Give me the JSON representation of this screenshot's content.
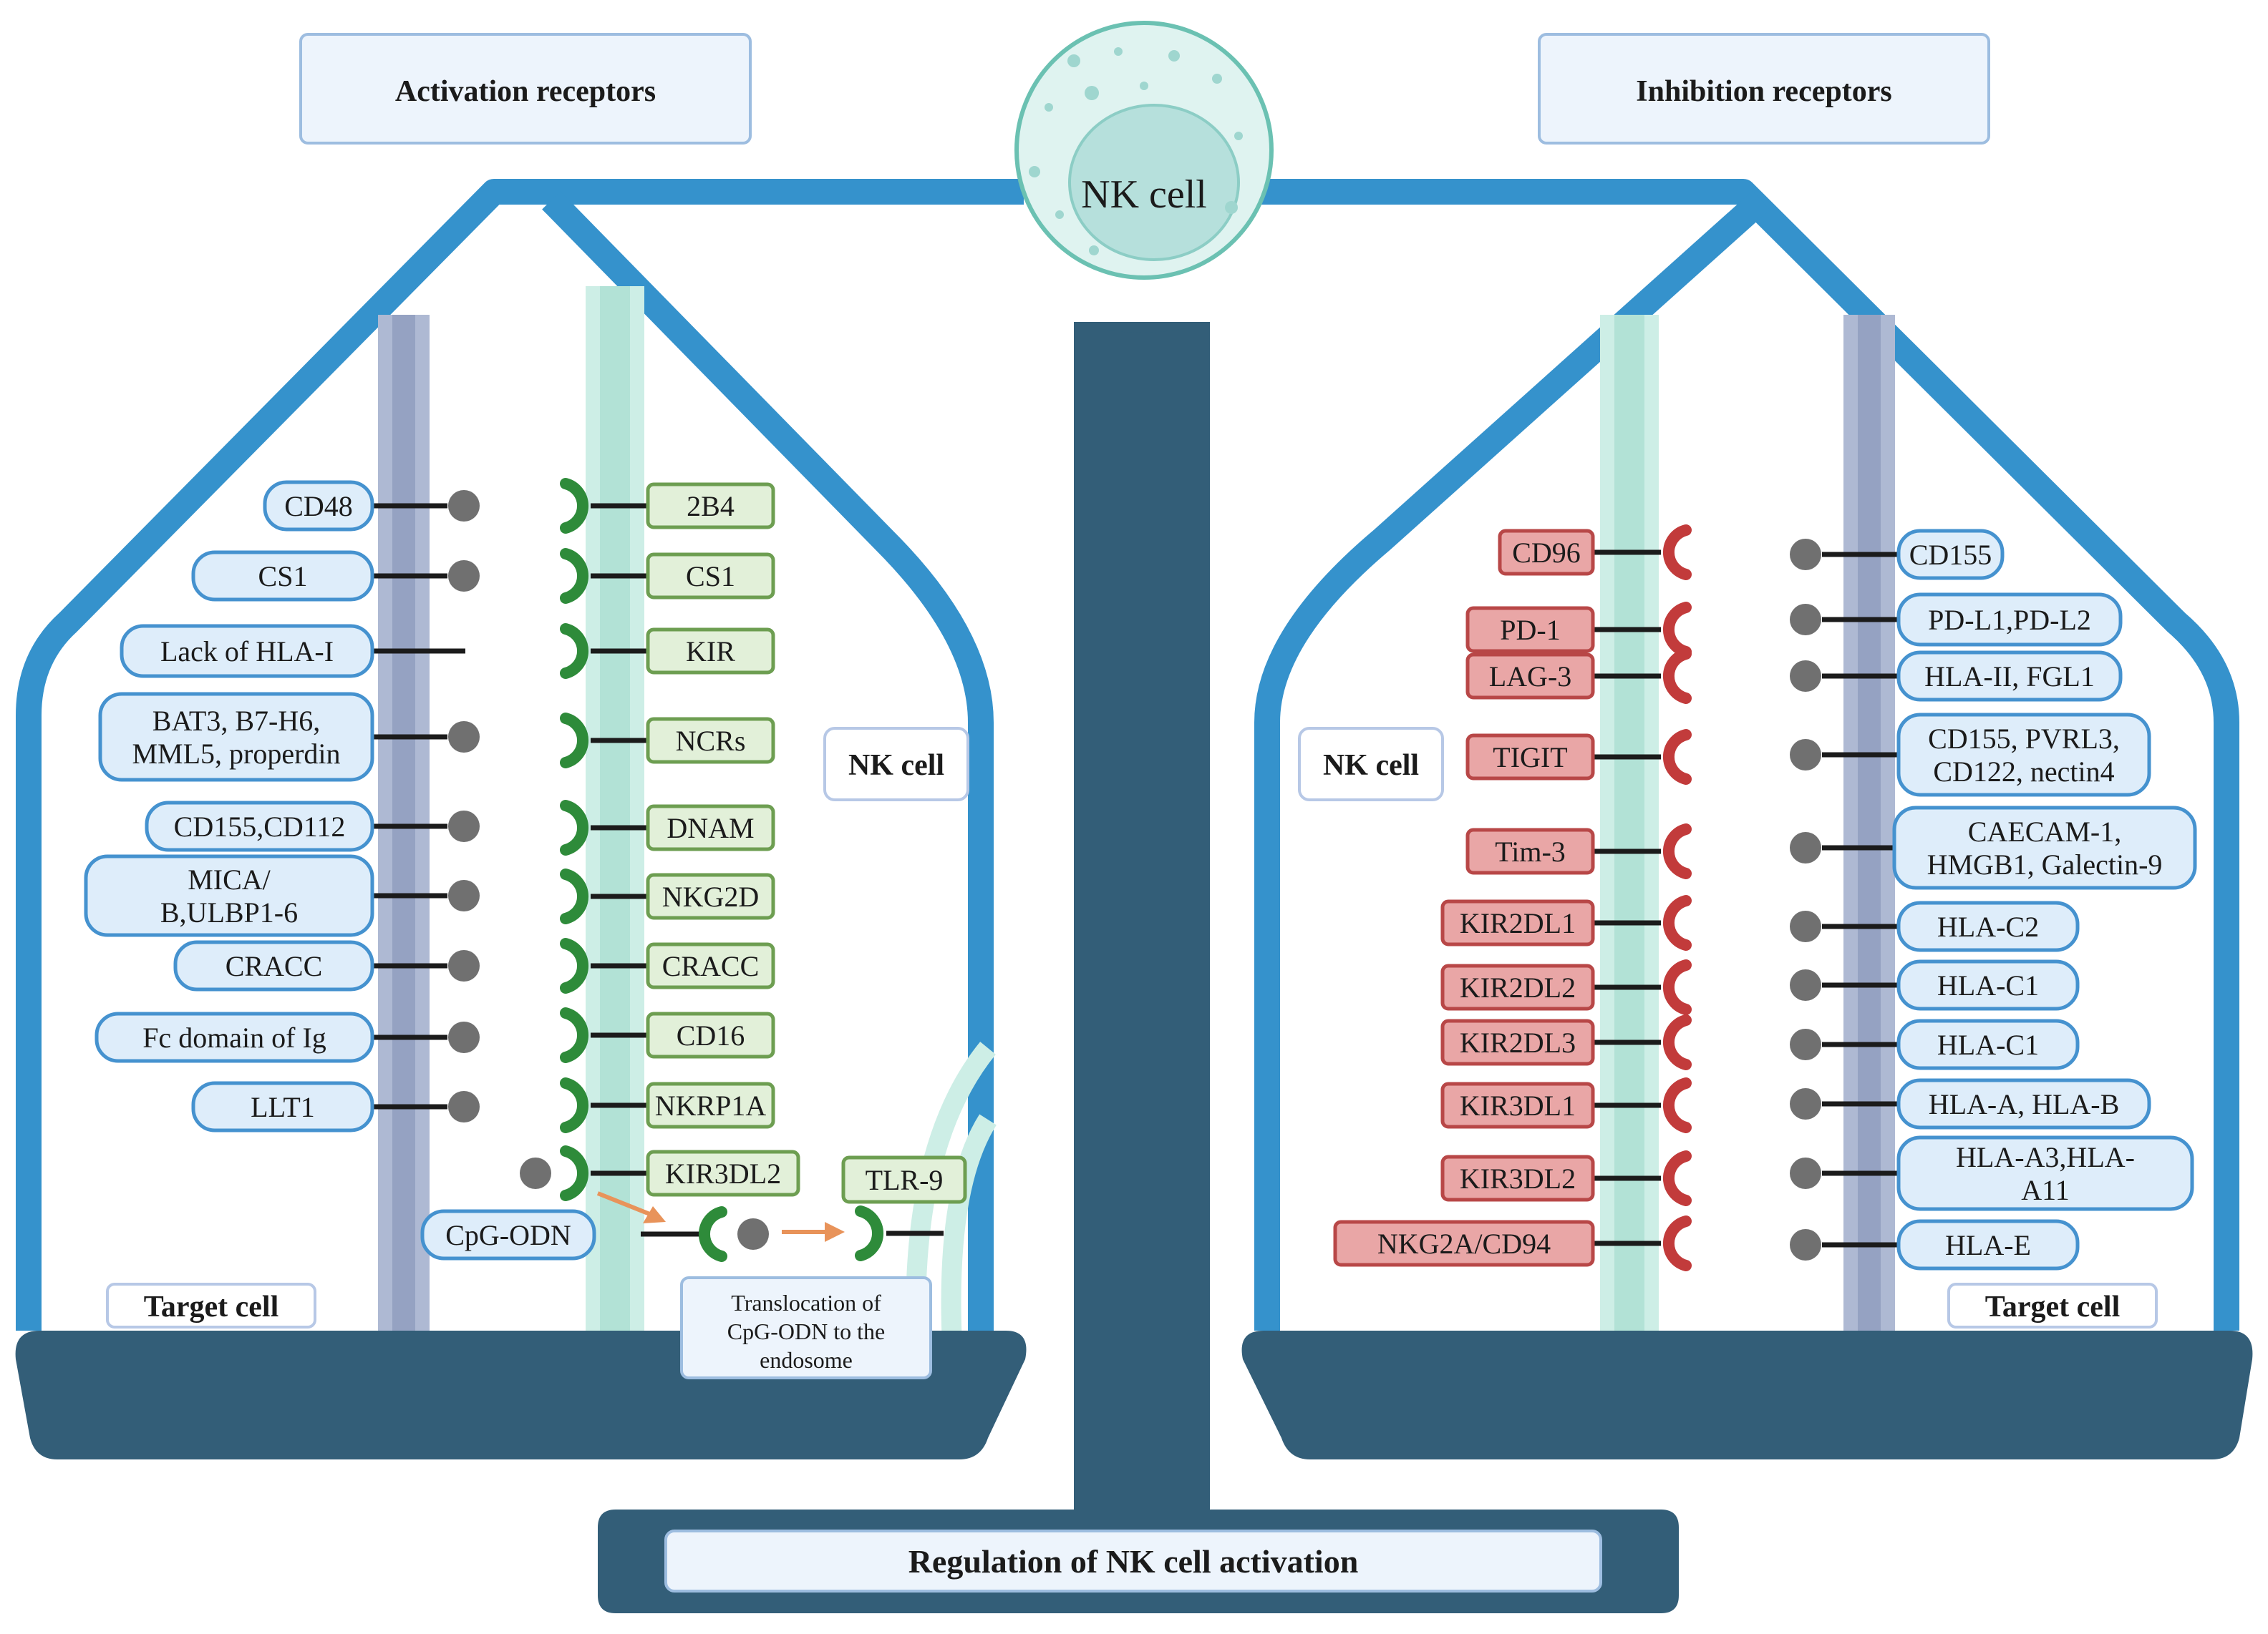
{
  "headers": {
    "activation": "Activation receptors",
    "inhibition": "Inhibition receptors",
    "center": "NK cell",
    "bottom": "Regulation of NK cell activation"
  },
  "left_panel": {
    "nk_label": "NK cell",
    "target_label": "Target cell",
    "ligands": [
      [
        "CD48"
      ],
      [
        "CS1"
      ],
      [
        "Lack of HLA-I"
      ],
      [
        "BAT3, B7-H6,",
        "MML5, properdin"
      ],
      [
        "CD155,CD112"
      ],
      [
        "MICA/",
        "B,ULBP1-6"
      ],
      [
        "CRACC"
      ],
      [
        "Fc domain of Ig"
      ],
      [
        "LLT1"
      ]
    ],
    "receptors": [
      "2B4",
      "CS1",
      "KIR",
      "NCRs",
      "DNAM",
      "NKG2D",
      "CRACC",
      "CD16",
      "NKRP1A",
      "KIR3DL2"
    ],
    "cpg": "CpG-ODN",
    "tlr": "TLR-9",
    "translocation": [
      "Translocation of",
      "CpG-ODN to the",
      "endosome"
    ]
  },
  "right_panel": {
    "nk_label": "NK cell",
    "target_label": "Target cell",
    "receptors": [
      "CD96",
      "PD-1",
      "LAG-3",
      "TIGIT",
      "Tim-3",
      "KIR2DL1",
      "KIR2DL2",
      "KIR2DL3",
      "KIR3DL1",
      "KIR3DL2",
      "NKG2A/CD94"
    ],
    "ligands": [
      [
        "CD155"
      ],
      [
        "PD-L1,PD-L2"
      ],
      [
        "HLA-II, FGL1"
      ],
      [
        "CD155, PVRL3,",
        "CD122, nectin4"
      ],
      [
        "CAECAM-1,",
        "HMGB1, Galectin-9"
      ],
      [
        "HLA-C2"
      ],
      [
        "HLA-C1"
      ],
      [
        "HLA-C1"
      ],
      [
        "HLA-A, HLA-B"
      ],
      [
        "HLA-A3,HLA-",
        "A11"
      ],
      [
        "HLA-E"
      ]
    ]
  },
  "colors": {
    "beam": "#3592cc",
    "base": "#335e78",
    "blue_box_fill": "#deedfa",
    "blue_box_stroke": "#4592cf",
    "green_box_fill": "#e2f0d9",
    "green_box_stroke": "#6d9e51",
    "green_receptor": "#2e8b3a",
    "red_box_fill": "#e9a6a6",
    "red_box_stroke": "#b84747",
    "red_receptor": "#c23b3b",
    "membrane_nk": "#cdeee6",
    "membrane_target": "#aeb9d3",
    "ligand_dot": "#707070",
    "cell_fill": "#dff3f0",
    "cell_nucleus": "#b6e0dc",
    "cell_stroke": "#6bc1b2"
  }
}
